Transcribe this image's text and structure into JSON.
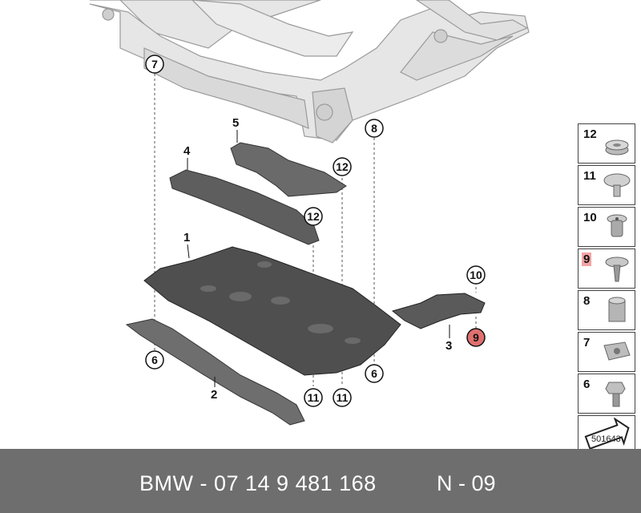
{
  "diagram": {
    "callouts": {
      "c7": "7",
      "c8": "8",
      "c12a": "12",
      "c12b": "12",
      "c10": "10",
      "c9": "9",
      "c6a": "6",
      "c6b": "6",
      "c11a": "11",
      "c11b": "11"
    },
    "labels": {
      "p5": "5",
      "p4": "4",
      "p1": "1",
      "p2": "2",
      "p3": "3"
    },
    "highlight_color": "#e07070"
  },
  "legend": {
    "items": [
      {
        "label": "12",
        "part": "spacer-nut",
        "highlighted": false
      },
      {
        "label": "11",
        "part": "expanding-rivet",
        "highlighted": false
      },
      {
        "label": "10",
        "part": "clip-nut",
        "highlighted": false
      },
      {
        "label": "9",
        "part": "plastic-screw",
        "highlighted": true
      },
      {
        "label": "8",
        "part": "sleeve",
        "highlighted": false
      },
      {
        "label": "7",
        "part": "speed-nut",
        "highlighted": false
      },
      {
        "label": "6",
        "part": "hex-bolt",
        "highlighted": false
      },
      {
        "label": "",
        "part": "arrow-symbol",
        "highlighted": false
      }
    ],
    "ref_number": "501643"
  },
  "footer": {
    "part_number": "BMW - 07 14 9 481 168",
    "position": "N - 09",
    "background": "#6e6e6e"
  }
}
